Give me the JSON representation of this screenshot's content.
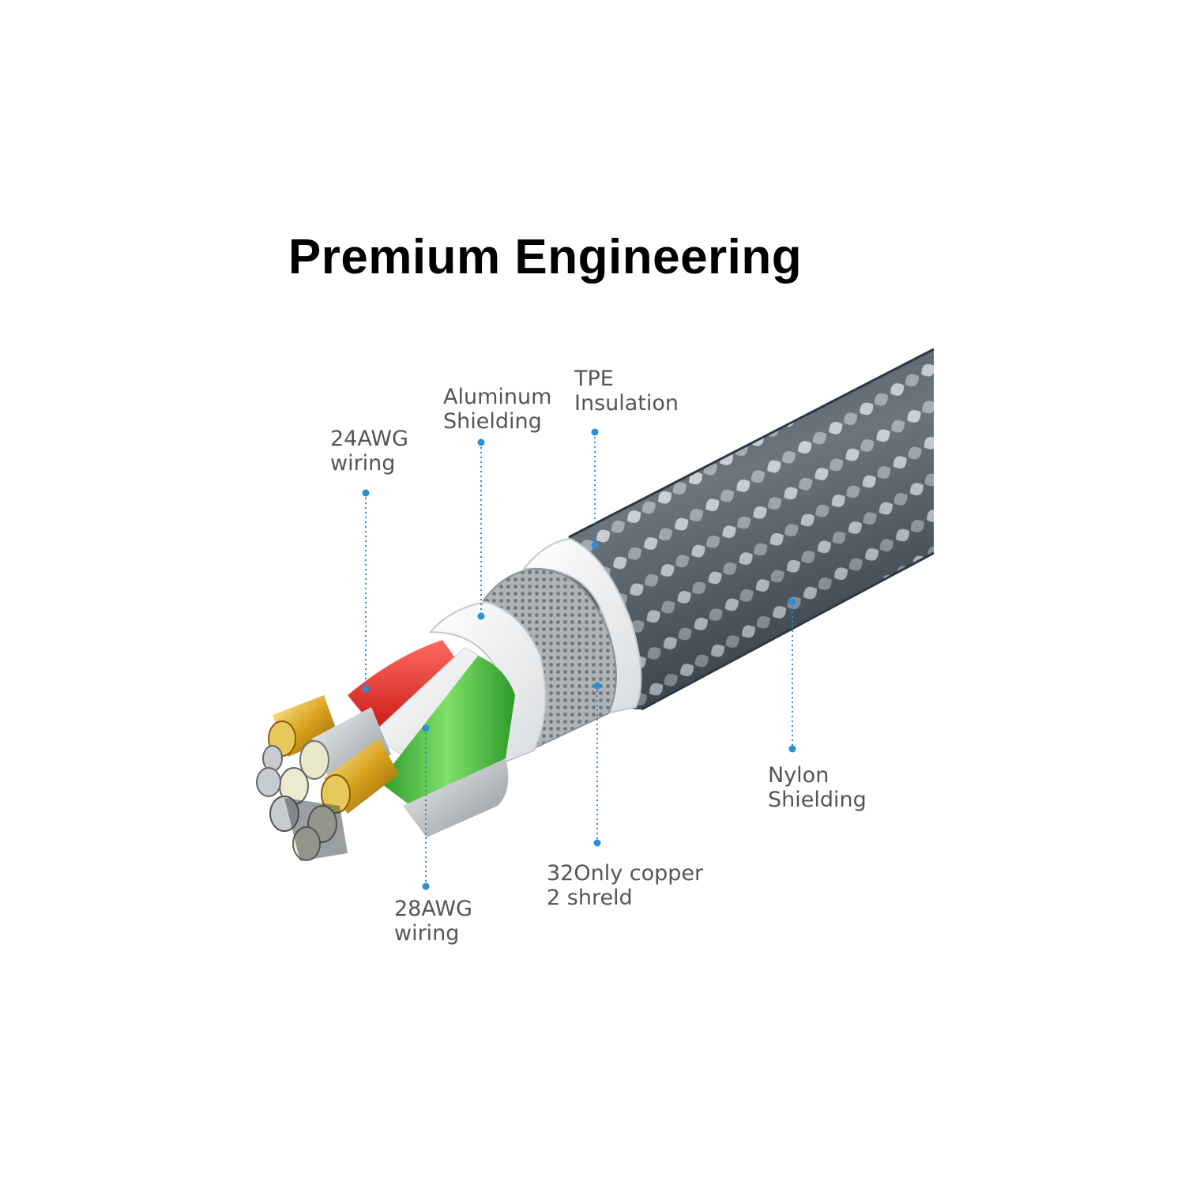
{
  "title": "Premium Engineering",
  "colors": {
    "background": "#ffffff",
    "title": "#000000",
    "label_text": "#555555",
    "callout": "#2a8fd6",
    "braid_dark": "#3b4650",
    "braid_light": "#e8ecef",
    "tpe_white": "#f4f5f6",
    "foil_silver": "#b9bec3",
    "wire_red": "#e2221f",
    "wire_green": "#3fb23a",
    "wire_white": "#eeeeee",
    "conductor_gold": "#d8a21c",
    "conductor_silver": "#c8ccd0"
  },
  "labels": {
    "awg24": [
      "24AWG",
      "wiring"
    ],
    "aluminum": [
      "Aluminum",
      "Shielding"
    ],
    "tpe": [
      "TPE",
      "Insulation"
    ],
    "nylon": [
      "Nylon",
      "Shielding"
    ],
    "copper": [
      "32Only copper",
      "2 shreld"
    ],
    "awg28": [
      "28AWG",
      "wiring"
    ]
  }
}
